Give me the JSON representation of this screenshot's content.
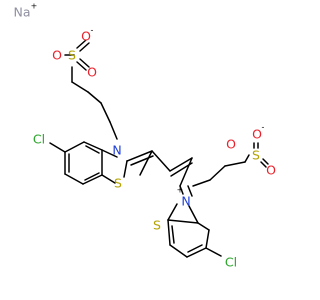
{
  "molecule": {
    "atoms": {
      "na": {
        "label": "Na",
        "charge": "+",
        "color": "#8f8fa0"
      },
      "s_top": {
        "label": "S",
        "color": "#b3a200"
      },
      "o_top_minus": {
        "label": "O",
        "charge": "-",
        "color": "#e8212a"
      },
      "o_top_left": {
        "label": "O",
        "color": "#e8212a"
      },
      "o_top_right": {
        "label": "O",
        "color": "#e8212a"
      },
      "cl_left": {
        "label": "Cl",
        "color": "#2aa52a"
      },
      "n_left": {
        "label": "N",
        "color": "#1f3ed6"
      },
      "s_left_ring": {
        "label": "S",
        "color": "#b3a200"
      },
      "s_right": {
        "label": "S",
        "color": "#b3a200"
      },
      "o_right_minus": {
        "label": "O",
        "charge": "-",
        "color": "#e8212a"
      },
      "o_right_up": {
        "label": "O",
        "color": "#e8212a"
      },
      "o_right_down": {
        "label": "O",
        "color": "#e8212a"
      },
      "n_right": {
        "label": "N",
        "charge": "+",
        "color": "#1f3ed6"
      },
      "s_right_ring": {
        "label": "S",
        "color": "#b3a200"
      },
      "cl_right": {
        "label": "Cl",
        "color": "#2aa52a"
      }
    },
    "bond_color": "#000000"
  }
}
